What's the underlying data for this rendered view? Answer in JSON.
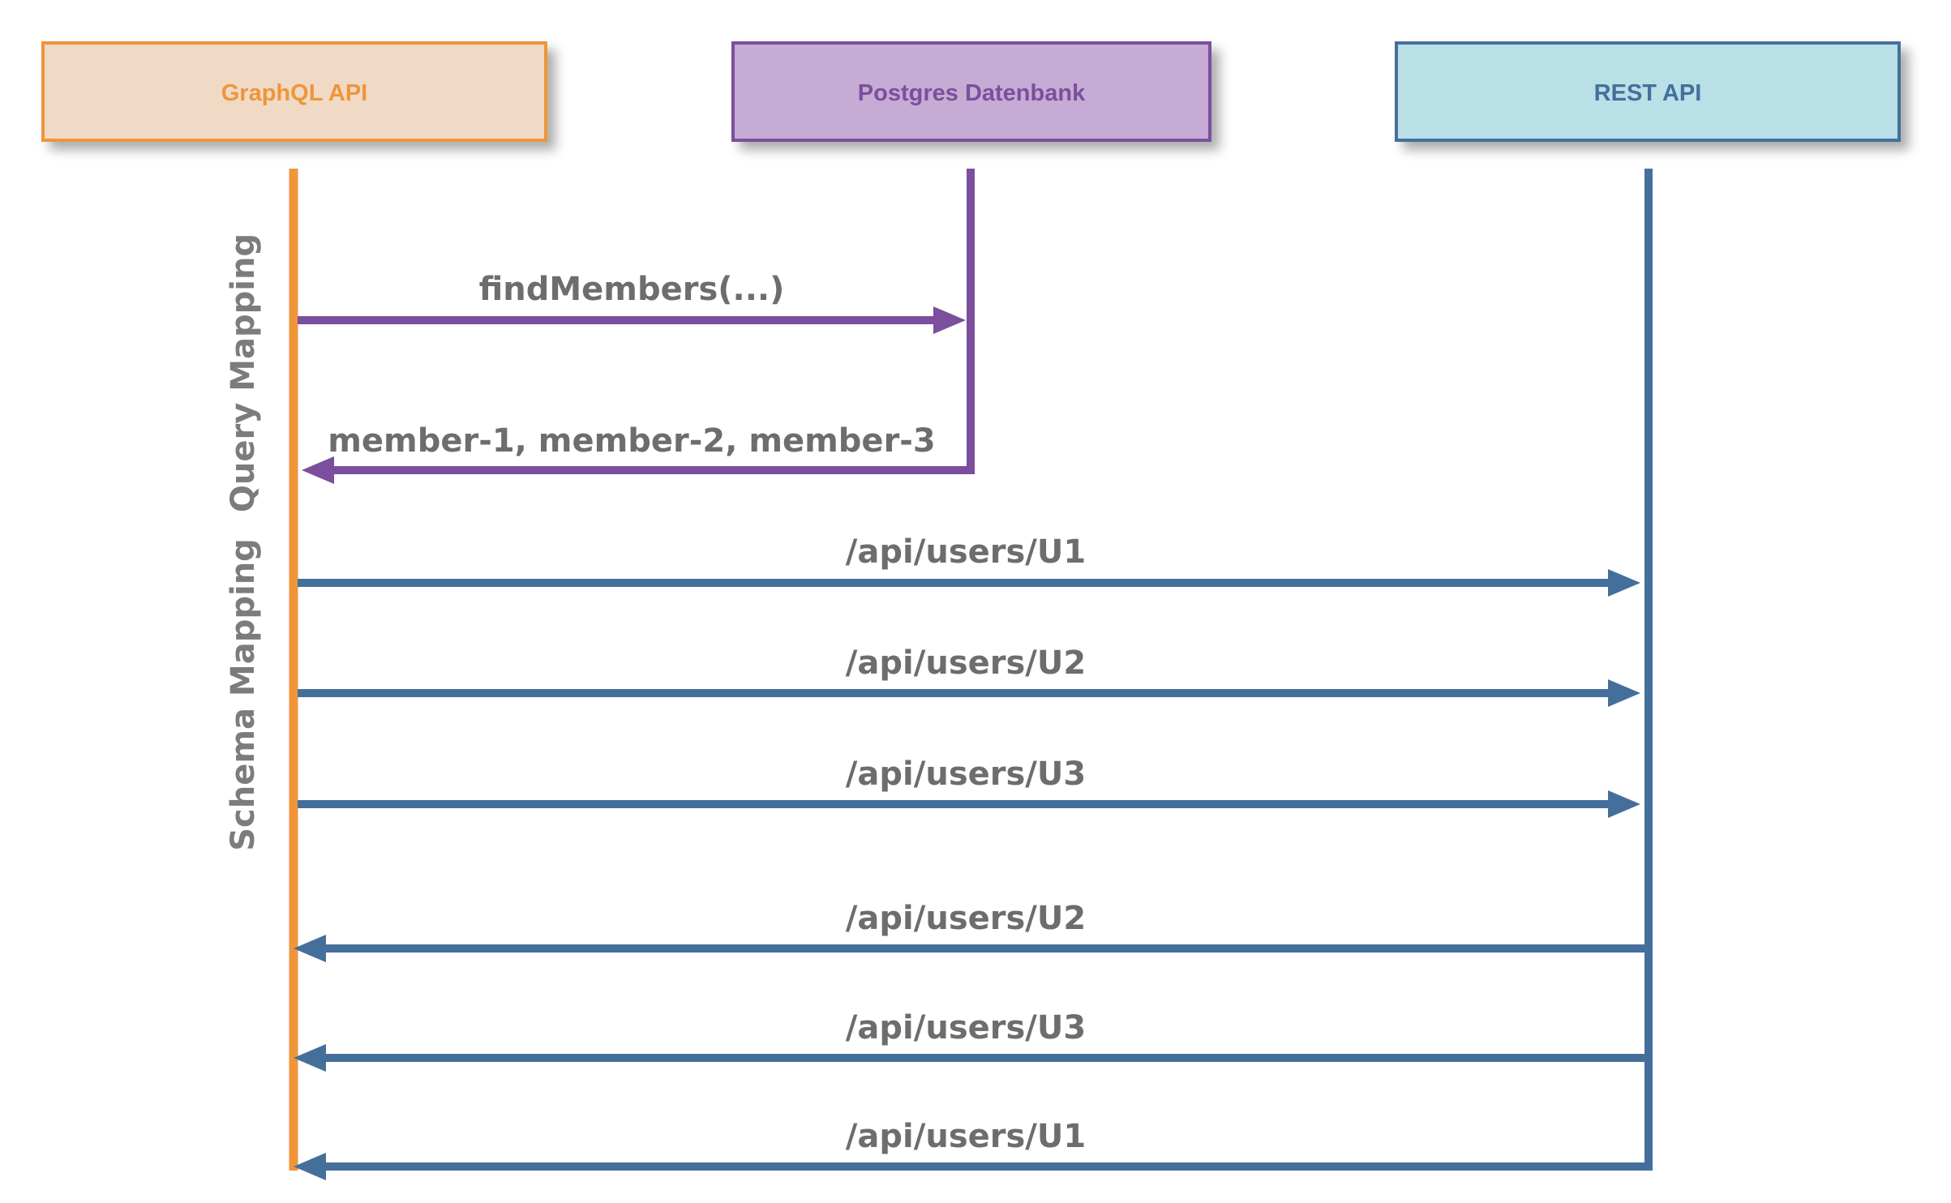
{
  "participants": [
    {
      "id": "graphql",
      "label": "GraphQL API",
      "fill": "#f0dac6",
      "stroke": "#ef953a",
      "text_color": "#ef953a"
    },
    {
      "id": "postgres",
      "label": "Postgres Datenbank",
      "fill": "#c6abd4",
      "stroke": "#7b4f9d",
      "text_color": "#7b4f9d"
    },
    {
      "id": "rest",
      "label": "REST API",
      "fill": "#b8e0e6",
      "stroke": "#456f9b",
      "text_color": "#456f9b"
    }
  ],
  "phases": [
    {
      "label": "Query Mapping"
    },
    {
      "label": "Schema Mapping"
    }
  ],
  "messages": [
    {
      "label": "findMembers(...)",
      "from": "graphql",
      "to": "postgres",
      "color": "#7b4f9d"
    },
    {
      "label": "member-1, member-2, member-3",
      "from": "postgres",
      "to": "graphql",
      "color": "#7b4f9d"
    },
    {
      "label": "/api/users/U1",
      "from": "graphql",
      "to": "rest",
      "color": "#456f9b"
    },
    {
      "label": "/api/users/U2",
      "from": "graphql",
      "to": "rest",
      "color": "#456f9b"
    },
    {
      "label": "/api/users/U3",
      "from": "graphql",
      "to": "rest",
      "color": "#456f9b"
    },
    {
      "label": "/api/users/U2",
      "from": "rest",
      "to": "graphql",
      "color": "#456f9b"
    },
    {
      "label": "/api/users/U3",
      "from": "rest",
      "to": "graphql",
      "color": "#456f9b"
    },
    {
      "label": "/api/users/U1",
      "from": "rest",
      "to": "graphql",
      "color": "#456f9b"
    }
  ]
}
